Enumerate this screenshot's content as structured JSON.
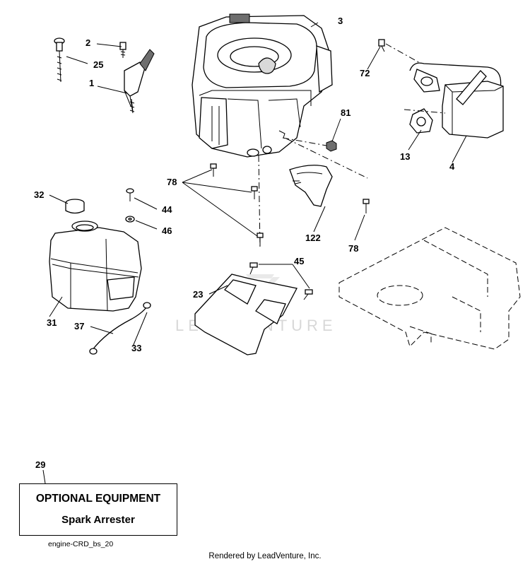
{
  "callouts": {
    "p1": "1",
    "p2": "2",
    "p3": "3",
    "p4": "4",
    "p13": "13",
    "p23": "23",
    "p25": "25",
    "p29": "29",
    "p31": "31",
    "p32": "32",
    "p33": "33",
    "p37": "37",
    "p44": "44",
    "p45": "45",
    "p46": "46",
    "p72": "72",
    "p78a": "78",
    "p78b": "78",
    "p81": "81",
    "p122": "122"
  },
  "watermark": "LEADVENTURE",
  "optional_box": {
    "title": "OPTIONAL EQUIPMENT",
    "subtitle": "Spark Arrester"
  },
  "diagram_code": "engine-CRD_bs_20",
  "footer": "Rendered by LeadVenture, Inc."
}
